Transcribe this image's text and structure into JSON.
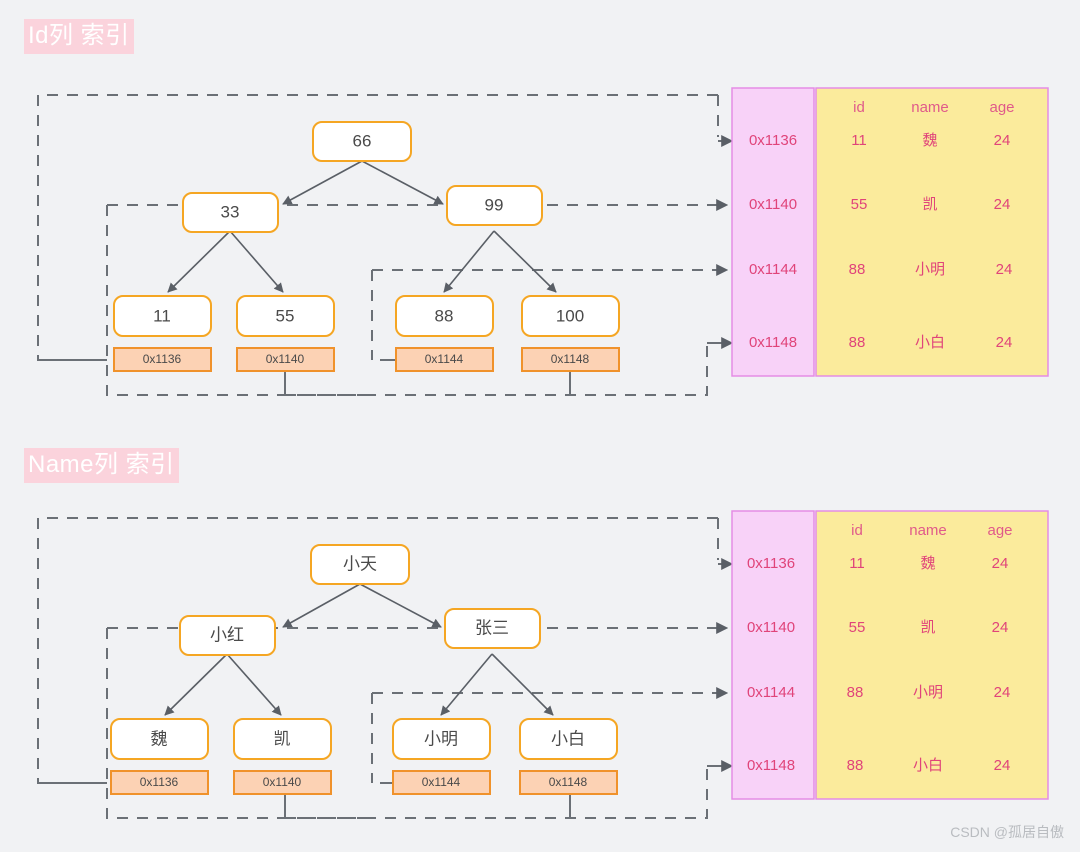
{
  "sections": [
    {
      "title": "Id列 索引",
      "tree": {
        "root": {
          "label": "66"
        },
        "level2": [
          {
            "label": "33"
          },
          {
            "label": "99"
          }
        ],
        "leaves": [
          {
            "label": "11",
            "pointer": "0x1136"
          },
          {
            "label": "55",
            "pointer": "0x1140"
          },
          {
            "label": "88",
            "pointer": "0x1144"
          },
          {
            "label": "100",
            "pointer": "0x1148"
          }
        ]
      },
      "table": {
        "headers": [
          "id",
          "name",
          "age"
        ],
        "addresses": [
          "0x1136",
          "0x1140",
          "0x1144",
          "0x1148"
        ],
        "rows": [
          [
            "11",
            "魏",
            "24"
          ],
          [
            "55",
            "凯",
            "24"
          ],
          [
            "88",
            "小明",
            "24"
          ],
          [
            "88",
            "小白",
            "24"
          ]
        ]
      }
    },
    {
      "title": "Name列 索引",
      "tree": {
        "root": {
          "label": "小天"
        },
        "level2": [
          {
            "label": "小红"
          },
          {
            "label": "张三"
          }
        ],
        "leaves": [
          {
            "label": "魏",
            "pointer": "0x1136"
          },
          {
            "label": "凯",
            "pointer": "0x1140"
          },
          {
            "label": "小明",
            "pointer": "0x1144"
          },
          {
            "label": "小白",
            "pointer": "0x1148"
          }
        ]
      },
      "table": {
        "headers": [
          "id",
          "name",
          "age"
        ],
        "addresses": [
          "0x1136",
          "0x1140",
          "0x1144",
          "0x1148"
        ],
        "rows": [
          [
            "11",
            "魏",
            "24"
          ],
          [
            "55",
            "凯",
            "24"
          ],
          [
            "88",
            "小明",
            "24"
          ],
          [
            "88",
            "小白",
            "24"
          ]
        ]
      }
    }
  ],
  "watermark": "CSDN @孤居自傲",
  "colors": {
    "background": "#f1f2f4",
    "title_badge_bg": "#fbd3dc",
    "title_text": "#ffffff",
    "node_border": "#f5a623",
    "node_fill": "#ffffff",
    "pointer_fill": "#fcd2b4",
    "pointer_border": "#f0922b",
    "edge": "#5a5f66",
    "dashed": "#6b7076",
    "address_cell_fill": "#f8d2f8",
    "data_cell_fill": "#fbeb9c",
    "table_border": "#e58de5",
    "table_text": "#e0447a"
  }
}
